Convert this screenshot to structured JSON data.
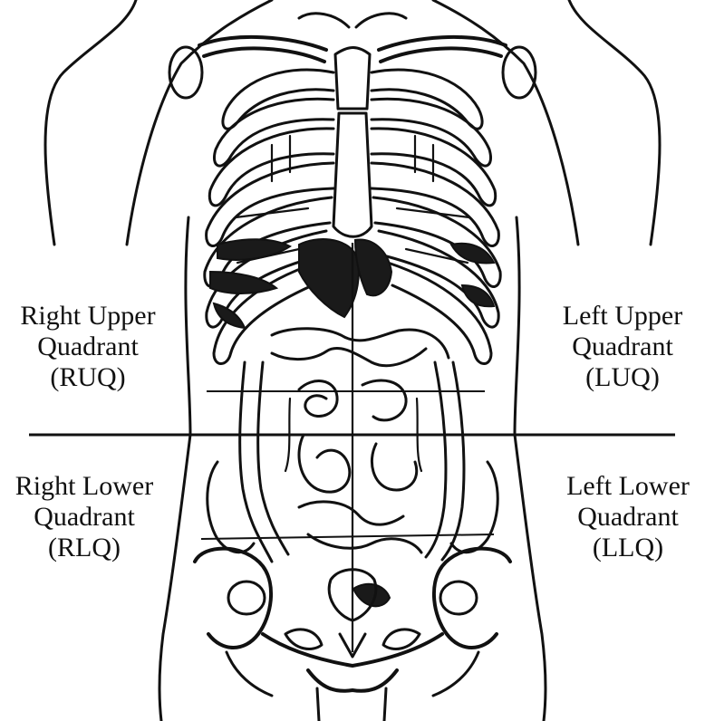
{
  "labels": {
    "ruq": {
      "line1": "Right Upper",
      "line2": "Quadrant",
      "line3": "(RUQ)"
    },
    "luq": {
      "line1": "Left Upper",
      "line2": "Quadrant",
      "line3": "(LUQ)"
    },
    "rlq": {
      "line1": "Right Lower",
      "line2": "Quadrant",
      "line3": "(RLQ)"
    },
    "llq": {
      "line1": "Left Lower",
      "line2": "Quadrant",
      "line3": "(LLQ)"
    }
  },
  "colors": {
    "ink": "#111111",
    "background": "#ffffff"
  }
}
